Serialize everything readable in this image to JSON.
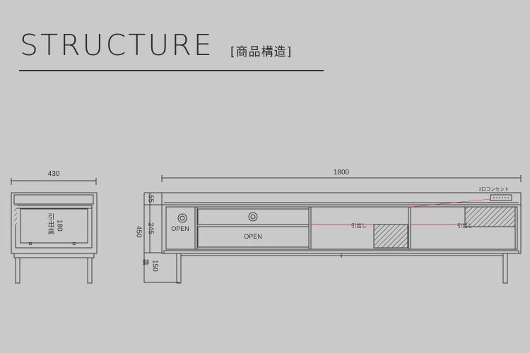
{
  "header": {
    "title": "STRUCTURE",
    "subtitle": "[商品構造]"
  },
  "side_view": {
    "width_dim": "430",
    "drawer_height_label": "引出高",
    "drawer_height_value": "180"
  },
  "front_view": {
    "width_dim": "1800",
    "outlet_label": "2口コンセント",
    "open_label_left": "OPEN",
    "open_label_drawer": "OPEN",
    "drawer_label_1": "引出し",
    "drawer_label_2": "引出し",
    "dim_top": "55",
    "dim_middle": "245",
    "dim_total": "450",
    "leg_label": "脚",
    "dim_leg": "150"
  },
  "colors": {
    "background": "#c9c9c9",
    "line": "#3a3a3a",
    "accent": "#b0306a"
  }
}
